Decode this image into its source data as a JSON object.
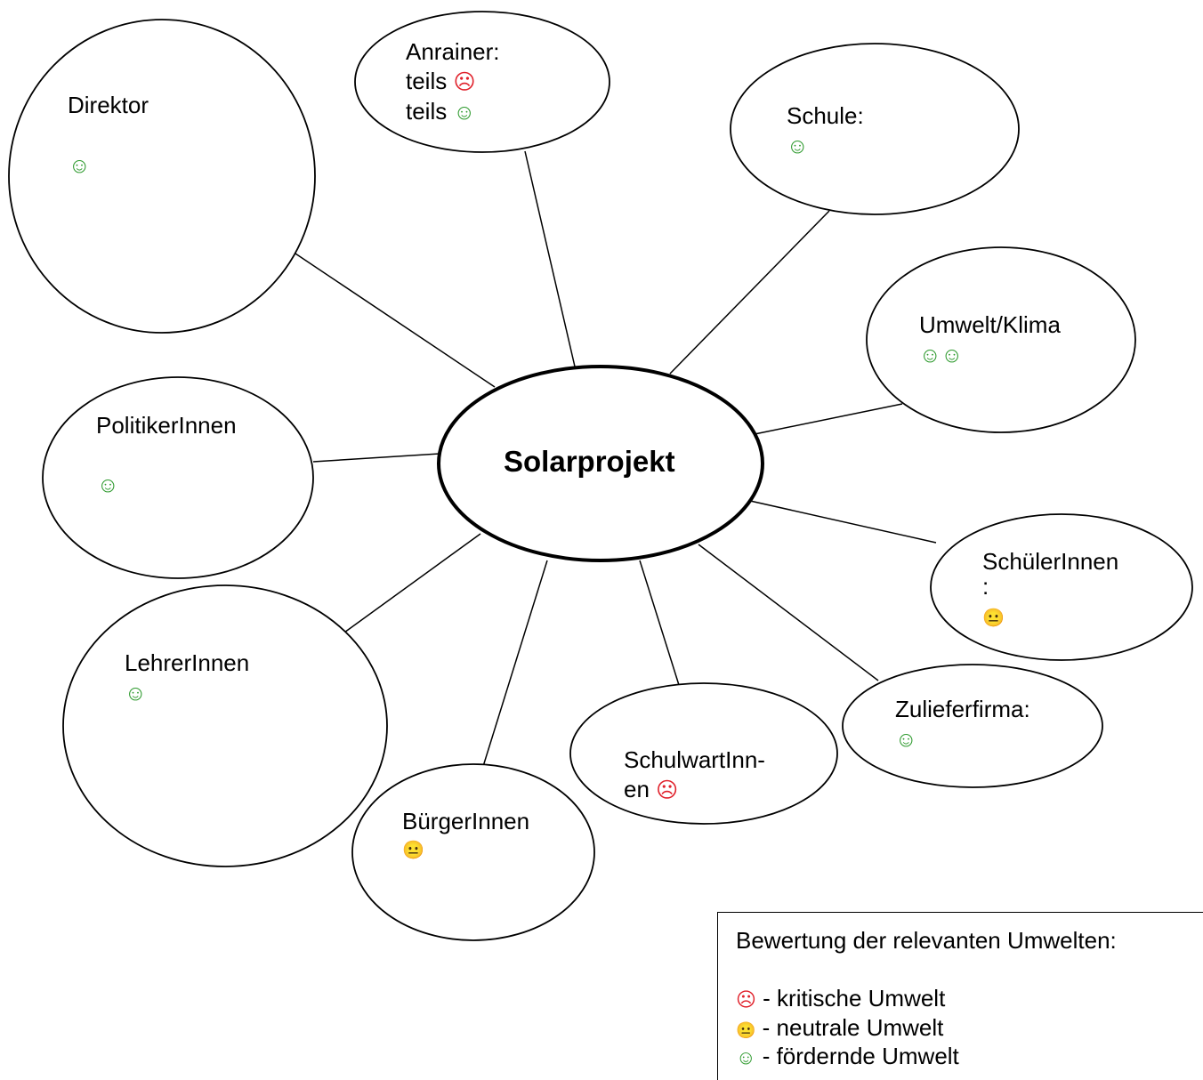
{
  "colors": {
    "positive": "#2e9a2e",
    "negative": "#e0202a",
    "neutral": "#f0c000"
  },
  "symbols": {
    "positive": "☺",
    "negative": "☹",
    "neutral": "😐"
  },
  "center": {
    "title": "Solarprojekt"
  },
  "nodes": {
    "direktor": {
      "line1": "Direktor"
    },
    "anrainer": {
      "line1": "Anrainer:",
      "line2": "teils",
      "line3": "teils"
    },
    "schule": {
      "line1": "Schule:"
    },
    "umwelt": {
      "line1": "Umwelt/Klima"
    },
    "politiker": {
      "line1": "PolitikerInnen"
    },
    "schueler": {
      "line1": "SchülerInnen",
      "line2": ":"
    },
    "zulieferfirma": {
      "line1": "Zulieferfirma:"
    },
    "schulwart": {
      "line1": "SchulwartInn-",
      "line2": "en"
    },
    "buerger": {
      "line1": "BürgerInnen"
    },
    "lehrer": {
      "line1": "LehrerInnen"
    }
  },
  "legend": {
    "title": "Bewertung der relevanten Umwelten:",
    "items": [
      {
        "rating": "negative",
        "text": "- kritische Umwelt"
      },
      {
        "rating": "neutral",
        "text": "- neutrale Umwelt"
      },
      {
        "rating": "positive",
        "text": "- fördernde Umwelt"
      }
    ]
  }
}
